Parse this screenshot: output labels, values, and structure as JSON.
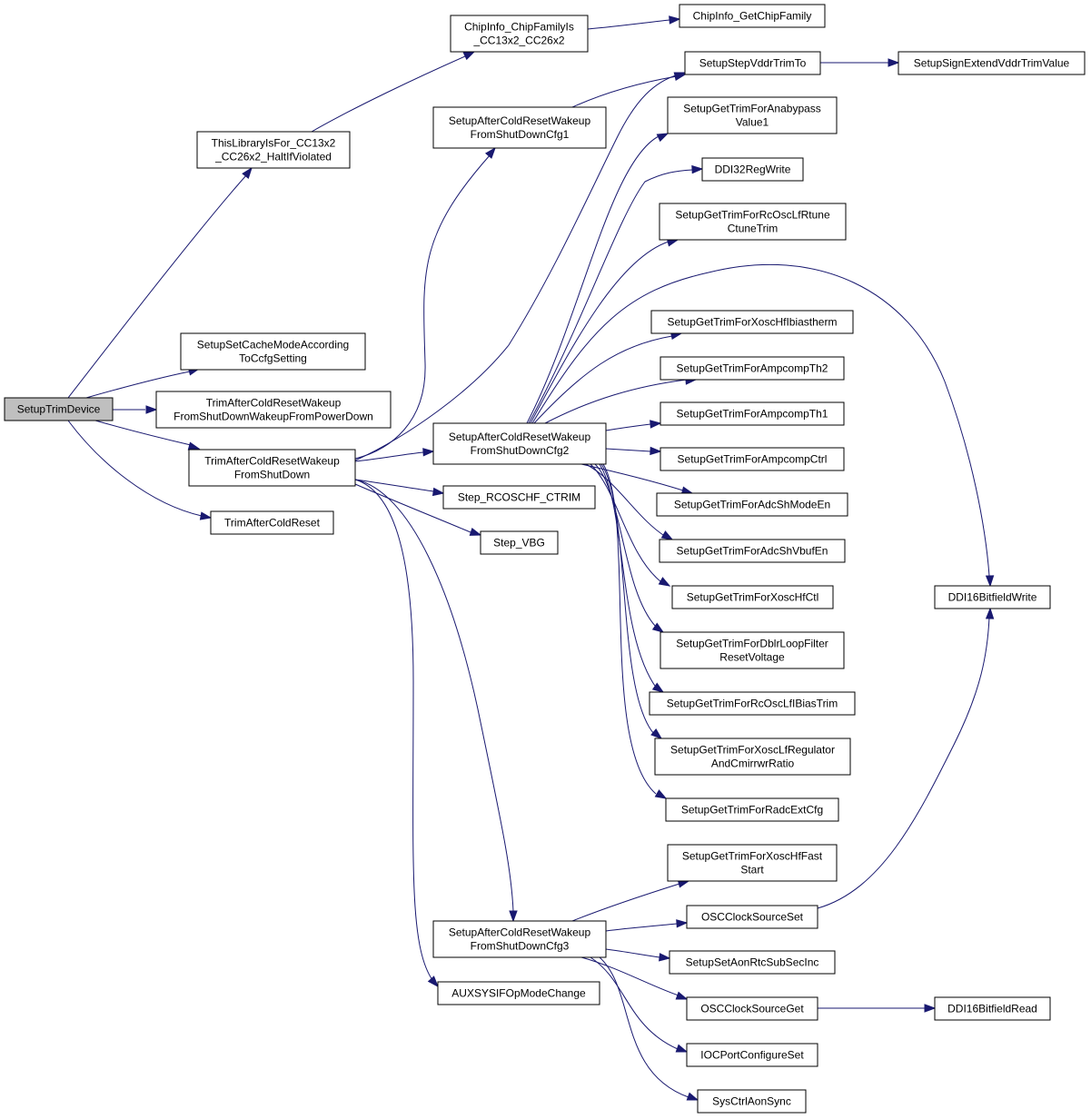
{
  "graph": {
    "nodes": {
      "setup_trim_device": [
        "SetupTrimDevice"
      ],
      "this_library_is_for": [
        "ThisLibraryIsFor_CC13x2",
        "_CC26x2_HaltIfViolated"
      ],
      "chipinfo_chip_family_is": [
        "ChipInfo_ChipFamilyIs",
        "_CC13x2_CC26x2"
      ],
      "chipinfo_get_chip_family": [
        "ChipInfo_GetChipFamily"
      ],
      "setup_set_cache_mode": [
        "SetupSetCacheModeAccording",
        "ToCcfgSetting"
      ],
      "trim_after_cold_reset_wakeup_power_down": [
        "TrimAfterColdResetWakeup",
        "FromShutDownWakeupFromPowerDown"
      ],
      "trim_after_cold_reset_wakeup_shutdown": [
        "TrimAfterColdResetWakeup",
        "FromShutDown"
      ],
      "trim_after_cold_reset": [
        "TrimAfterColdReset"
      ],
      "setup_after_cold_reset_cfg1": [
        "SetupAfterColdResetWakeup",
        "FromShutDownCfg1"
      ],
      "setup_after_cold_reset_cfg2": [
        "SetupAfterColdResetWakeup",
        "FromShutDownCfg2"
      ],
      "setup_after_cold_reset_cfg3": [
        "SetupAfterColdResetWakeup",
        "FromShutDownCfg3"
      ],
      "step_rcoschf_ctrim": [
        "Step_RCOSCHF_CTRIM"
      ],
      "step_vbg": [
        "Step_VBG"
      ],
      "auxsysif_op_mode_change": [
        "AUXSYSIFOpModeChange"
      ],
      "setup_step_vddr_trim_to": [
        "SetupStepVddrTrimTo"
      ],
      "setup_sign_extend_vddr_trim_value": [
        "SetupSignExtendVddrTrimValue"
      ],
      "setup_get_trim_for_anabypass_value1": [
        "SetupGetTrimForAnabypass",
        "Value1"
      ],
      "ddi32_reg_write": [
        "DDI32RegWrite"
      ],
      "setup_get_trim_for_rc_osc_lf_rtune": [
        "SetupGetTrimForRcOscLfRtune",
        "CtuneTrim"
      ],
      "setup_get_trim_for_xosc_hf_ibiastherm": [
        "SetupGetTrimForXoscHfIbiastherm"
      ],
      "setup_get_trim_for_ampcomp_th2": [
        "SetupGetTrimForAmpcompTh2"
      ],
      "setup_get_trim_for_ampcomp_th1": [
        "SetupGetTrimForAmpcompTh1"
      ],
      "setup_get_trim_for_ampcomp_ctrl": [
        "SetupGetTrimForAmpcompCtrl"
      ],
      "setup_get_trim_for_adc_sh_mode_en": [
        "SetupGetTrimForAdcShModeEn"
      ],
      "setup_get_trim_for_adc_sh_vbuf_en": [
        "SetupGetTrimForAdcShVbufEn"
      ],
      "setup_get_trim_for_xosc_hf_ctl": [
        "SetupGetTrimForXoscHfCtl"
      ],
      "setup_get_trim_for_dblr_loop_filter": [
        "SetupGetTrimForDblrLoopFilter",
        "ResetVoltage"
      ],
      "setup_get_trim_for_rc_osc_lf_ibias_trim": [
        "SetupGetTrimForRcOscLfIBiasTrim"
      ],
      "setup_get_trim_for_xosc_lf_regulator": [
        "SetupGetTrimForXoscLfRegulator",
        "AndCmirrwrRatio"
      ],
      "setup_get_trim_for_radc_ext_cfg": [
        "SetupGetTrimForRadcExtCfg"
      ],
      "ddi16_bitfield_write": [
        "DDI16BitfieldWrite"
      ],
      "setup_get_trim_for_xosc_hf_fast_start": [
        "SetupGetTrimForXoscHfFast",
        "Start"
      ],
      "osc_clock_source_set": [
        "OSCClockSourceSet"
      ],
      "setup_set_aon_rtc_sub_sec_inc": [
        "SetupSetAonRtcSubSecInc"
      ],
      "osc_clock_source_get": [
        "OSCClockSourceGet"
      ],
      "ddi16_bitfield_read": [
        "DDI16BitfieldRead"
      ],
      "ioc_port_configure_set": [
        "IOCPortConfigureSet"
      ],
      "sys_ctrl_aon_sync": [
        "SysCtrlAonSync"
      ]
    },
    "colors": {
      "edge": "#191970",
      "node_fill": "#ffffff",
      "root_fill": "#bfbfbf",
      "border": "#000000"
    }
  }
}
